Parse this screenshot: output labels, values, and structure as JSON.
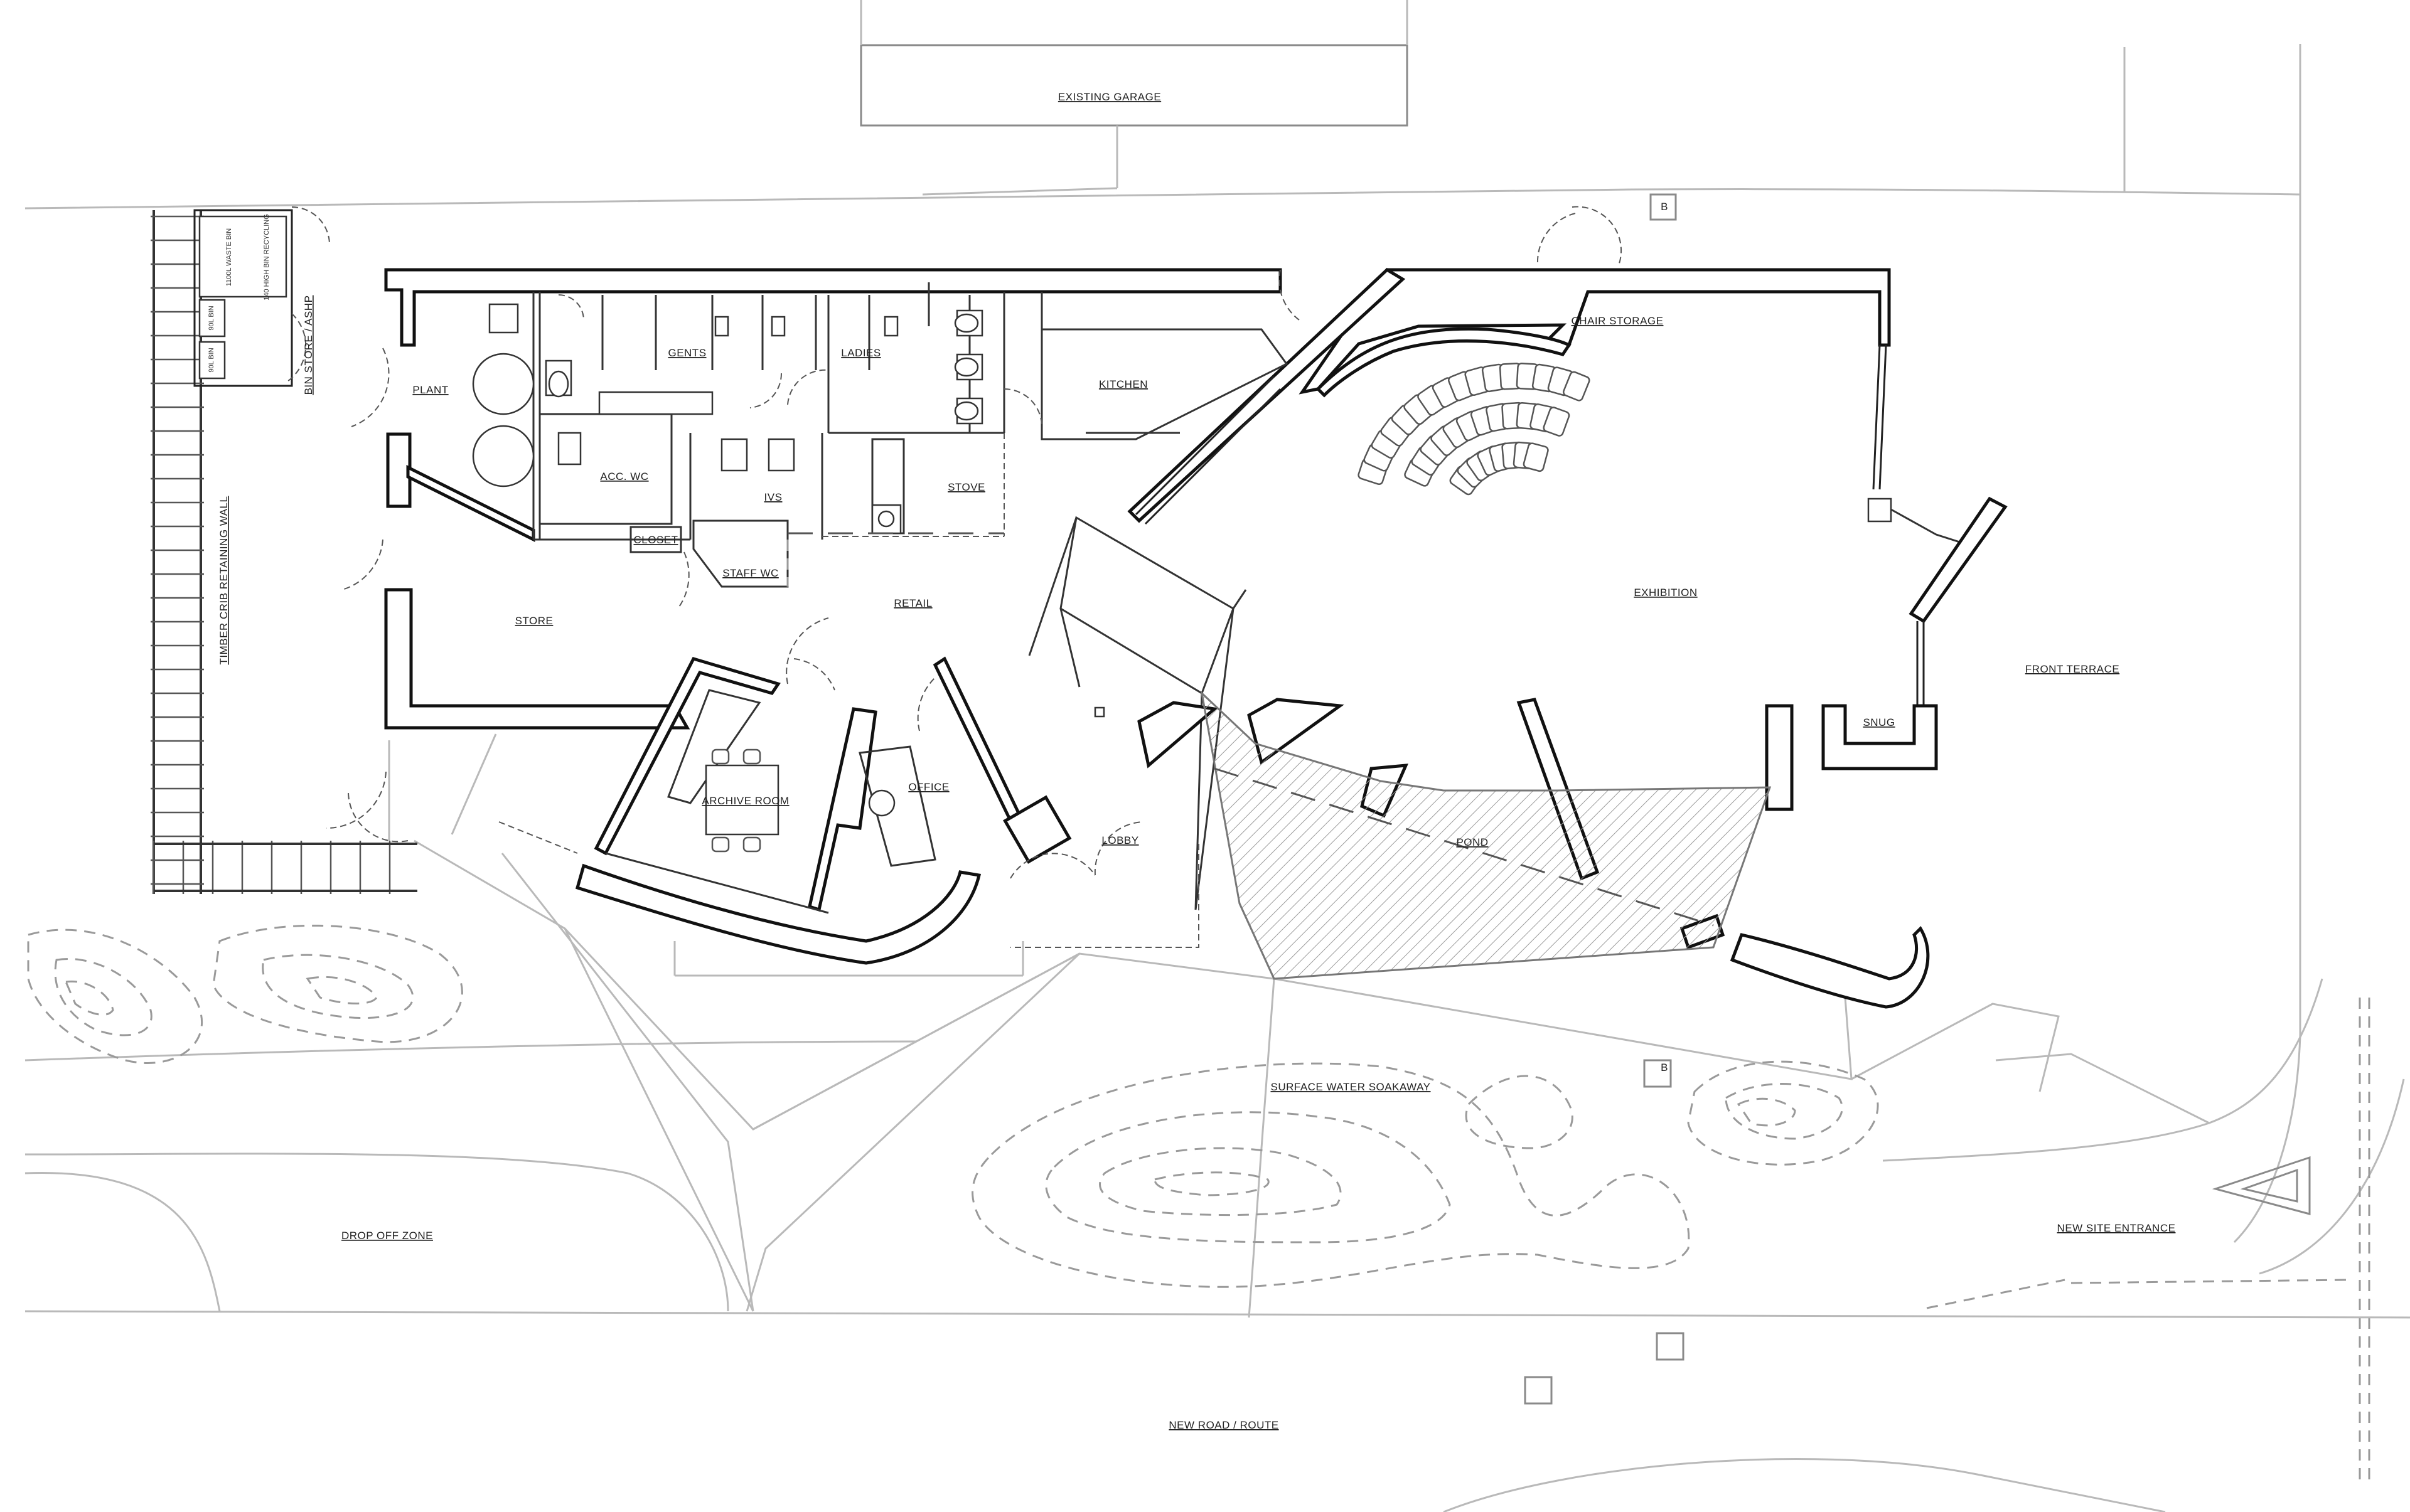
{
  "labels": {
    "existing_garage": "EXISTING GARAGE",
    "plant": "PLANT",
    "gents": "GENTS",
    "ladies": "LADIES",
    "kitchen": "KITCHEN",
    "chair_storage": "CHAIR STORAGE",
    "acc_wc": "ACC. WC",
    "ivs": "IVS",
    "stove": "STOVE",
    "closet": "CLOSET",
    "staff_wc": "STAFF WC",
    "store": "STORE",
    "retail": "RETAIL",
    "exhibition": "EXHIBITION",
    "front_terrace": "FRONT TERRACE",
    "snug": "SNUG",
    "archive_room": "ARCHIVE ROOM",
    "office": "OFFICE",
    "lobby": "LOBBY",
    "pond": "POND",
    "surface_water_soakaway": "SURFACE WATER SOAKAWAY",
    "drop_off_zone": "DROP OFF ZONE",
    "new_site_entrance": "NEW SITE ENTRANCE",
    "new_road_route": "NEW ROAD / ROUTE",
    "timber_crib_retaining_wall": "TIMBER CRIB RETAINING WALL",
    "bin_store_ashp": "BIN STORE / ASHP",
    "section_marker_top": "B",
    "section_marker_bottom": "B",
    "bin_waste": "1100L WASTE BIN",
    "bin_recycle": "140 HIGH BIN RECYCLING",
    "bin_90l_a": "90L BIN",
    "bin_90l_b": "90L BIN"
  },
  "colors": {
    "wall": "#111111",
    "site_line": "#b9b9b9",
    "background": "#ffffff"
  }
}
